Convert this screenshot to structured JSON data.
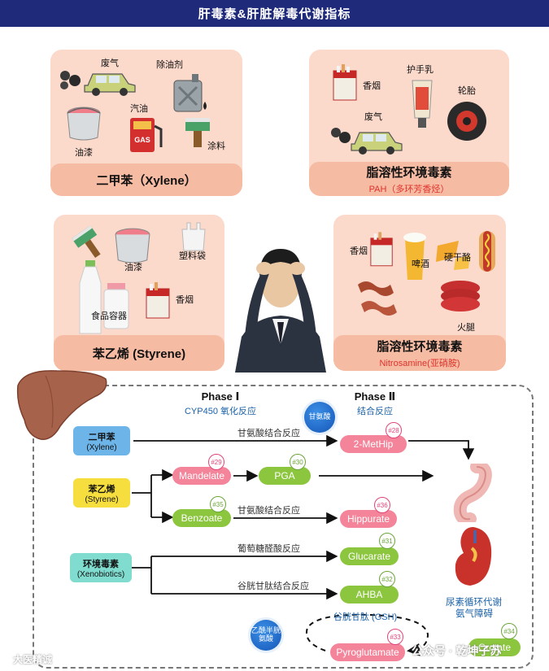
{
  "header": {
    "title": "肝毒素&肝脏解毒代谢指标"
  },
  "cards": {
    "xylene": {
      "title": "二甲苯（Xylene）",
      "items": {
        "exhaust": "废气",
        "degreaser": "除油剂",
        "gasoline": "汽油",
        "paint": "油漆",
        "coating": "涂料"
      }
    },
    "pah": {
      "title": "脂溶性环境毒素",
      "subtitle": "PAH（多环芳香烃）",
      "items": {
        "cigarette": "香烟",
        "hand_cream": "护手乳",
        "exhaust": "废气",
        "tire": "轮胎"
      }
    },
    "styrene": {
      "title": "苯乙烯 (Styrene)",
      "items": {
        "paint": "油漆",
        "plastic_bag": "塑料袋",
        "food_container": "食品容器",
        "cigarette": "香烟"
      }
    },
    "nitrosamine": {
      "title": "脂溶性环境毒素",
      "subtitle": "Nitrosamine(亚硝胺)",
      "items": {
        "cigarette": "香烟",
        "beer": "啤酒",
        "cheese": "硬干酪",
        "ham": "火腿"
      }
    }
  },
  "pathway": {
    "phase1": {
      "title": "Phase Ⅰ",
      "subtitle": "CYP450 氧化反应"
    },
    "phase2": {
      "title": "Phase Ⅱ",
      "subtitle": "结合反应"
    },
    "glycine_badge": "甘氨酸",
    "nac_badge": "乙酰半胱氨酸",
    "sources": [
      {
        "name": "二甲苯",
        "en": "(Xylene)"
      },
      {
        "name": "苯乙烯",
        "en": "(Styrene)"
      },
      {
        "name": "环境毒素",
        "en": "(Xenobiotics)"
      }
    ],
    "reactions": {
      "glycine_conj_1": "甘氨酸结合反应",
      "glycine_conj_2": "甘氨酸结合反应",
      "glucuronidation": "葡萄糖醛酸反应",
      "glutathione_conj": "谷胱甘肽结合反应"
    },
    "metabolites": {
      "methip": {
        "label": "2-MetHip",
        "num": "#28"
      },
      "mandelate": {
        "label": "Mandelate",
        "num": "#29"
      },
      "pga": {
        "label": "PGA",
        "num": "#30"
      },
      "benzoate": {
        "label": "Benzoate",
        "num": "#35"
      },
      "hippurate": {
        "label": "Hippurate",
        "num": "#36"
      },
      "glucarate": {
        "label": "Glucarate",
        "num": "#31"
      },
      "ahba": {
        "label": "AHBA",
        "num": "#32"
      },
      "pyroglutamate": {
        "label": "Pyroglutamate",
        "num": "#33"
      },
      "orotate": {
        "label": "Orotate",
        "num": "#34"
      }
    },
    "gsh_label": "谷胱甘肽 (GSH)",
    "urea_label_1": "尿素循环代谢",
    "urea_label_2": "氨气障碍"
  },
  "watermark": {
    "left": "大医精诚",
    "right_prefix": "公众号 · ",
    "right_name": "乾坤子苏"
  },
  "colors": {
    "header": "#1f2a7a",
    "card": "#fbd9cb",
    "card_foot": "#f6bba3",
    "pink_pill": "#f4849a",
    "green_pill": "#8cc63f",
    "blue_text": "#1b62a8",
    "red_text": "#e0322c"
  }
}
